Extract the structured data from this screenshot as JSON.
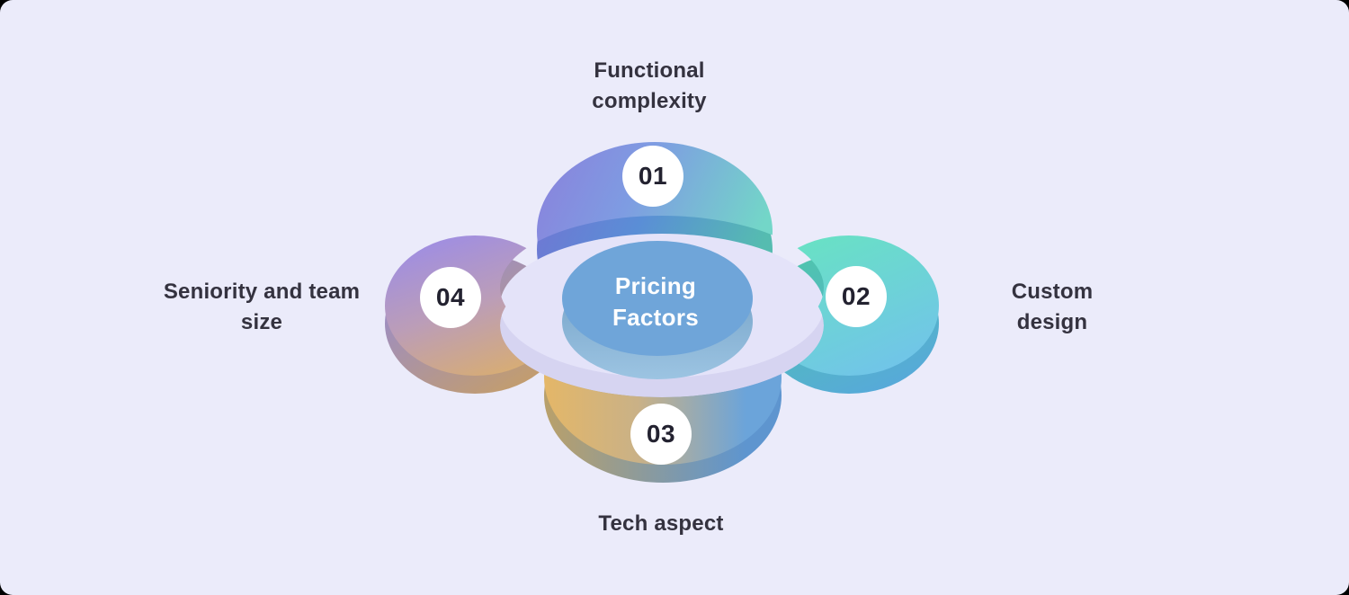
{
  "diagram": {
    "center_label": "Pricing Factors",
    "factors": [
      {
        "number": "01",
        "label": "Functional complexity",
        "position": "top"
      },
      {
        "number": "02",
        "label": "Custom design",
        "position": "right"
      },
      {
        "number": "03",
        "label": "Tech aspect",
        "position": "bottom"
      },
      {
        "number": "04",
        "label": "Seniority and team size",
        "position": "left"
      }
    ]
  },
  "colors": {
    "corner_bg": "#000000",
    "canvas_bg": "#ebebfa",
    "label_text": "#34323f",
    "number_text": "#232230",
    "badge_bg": "#ffffff",
    "center_text": "#ffffff",
    "disc_face": "#e4e3f9",
    "disc_rim": "#d6d4f1",
    "cyl_face": "#6fa5d9",
    "cyl_side_top": "#6f9dc4",
    "cyl_side_bottom": "#9cc4e2",
    "p1_a": "#8b80dc",
    "p1_b": "#7e9ce2",
    "p1_c": "#73d6c8",
    "p1r_a": "#7472d3",
    "p1r_b": "#5a8ed6",
    "p1r_c": "#55bcb0",
    "p2_a": "#68e3c2",
    "p2_b": "#71c4e9",
    "p2r_a": "#4fc6ab",
    "p2r_b": "#57a9da",
    "p3_a": "#e4b768",
    "p3_b": "#c9b187",
    "p3_c": "#6ba4da",
    "p3r_a": "#b9a06a",
    "p3r_b": "#5e95cf",
    "p4_a": "#9e8de4",
    "p4_b": "#bb9db8",
    "p4_c": "#d8ad72",
    "p4r_a": "#8f88e2",
    "p4r_b": "#c59e68"
  }
}
